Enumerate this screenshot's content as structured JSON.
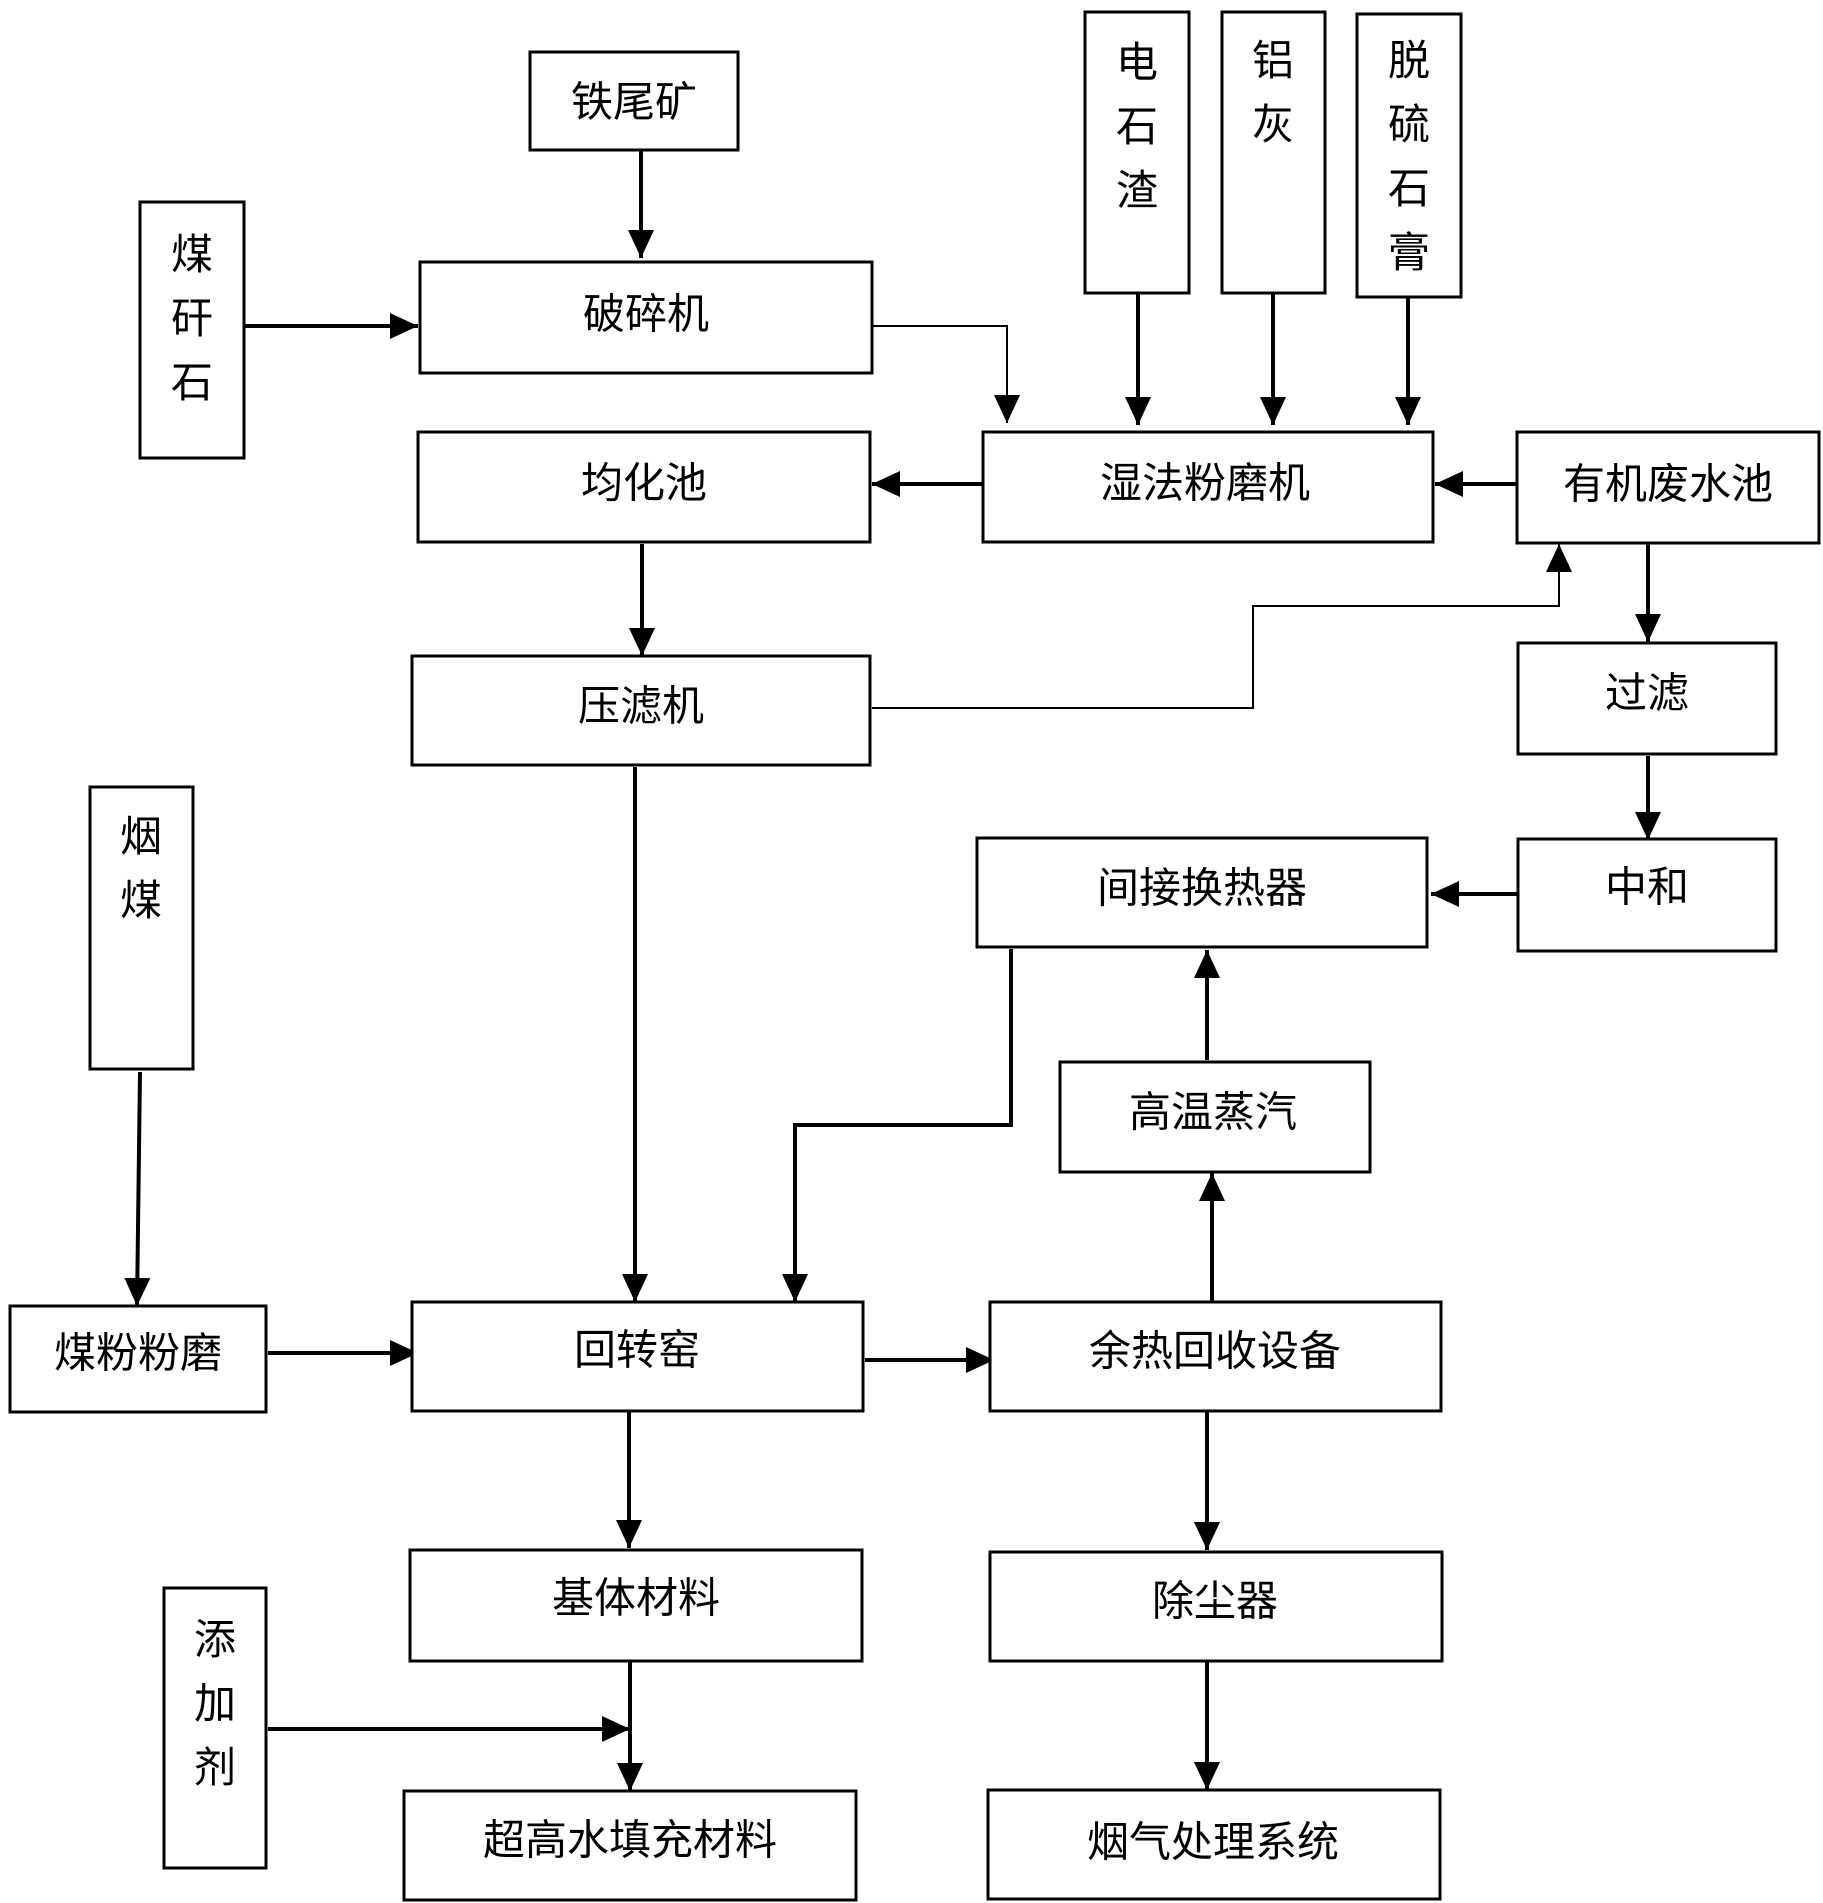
{
  "nodes": {
    "iron_tailings": "铁尾矿",
    "coal_gangue": "煤矸石",
    "crusher": "破碎机",
    "carbide_slag": "电石渣",
    "aluminum_ash": "铝灰",
    "desulfurization_gypsum": "脱硫石膏",
    "homogenization_tank": "均化池",
    "wet_grinder": "湿法粉磨机",
    "organic_wastewater_tank": "有机废水池",
    "filter_press": "压滤机",
    "filtration": "过滤",
    "bituminous_coal": "烟煤",
    "indirect_heat_exchanger": "间接换热器",
    "neutralization": "中和",
    "high_temp_steam": "高温蒸汽",
    "coal_powder_grinding": "煤粉粉磨",
    "rotary_kiln": "回转窑",
    "waste_heat_recovery": "余热回收设备",
    "base_material": "基体材料",
    "dust_collector": "除尘器",
    "additive": "添加剂",
    "ultra_high_water_filling_material": "超高水填充材料",
    "flue_gas_treatment_system": "烟气处理系统"
  }
}
